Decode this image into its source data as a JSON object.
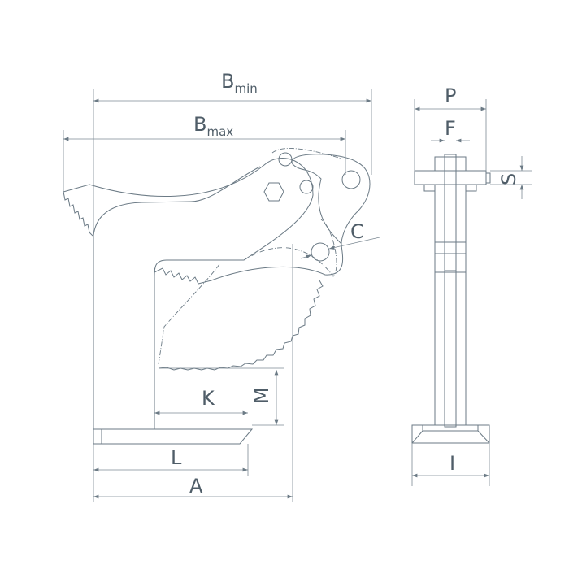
{
  "diagram": {
    "title": "Plate clamp dimension drawing",
    "colors": {
      "line": "#6b7a85",
      "text": "#4f5d68"
    },
    "labels": {
      "b_min": {
        "main": "B",
        "sub": "min"
      },
      "b_max": {
        "main": "B",
        "sub": "max"
      },
      "c": "C",
      "k": "K",
      "m": "M",
      "l": "L",
      "a": "A",
      "p": "P",
      "f": "F",
      "s": "S",
      "i": "I"
    }
  }
}
